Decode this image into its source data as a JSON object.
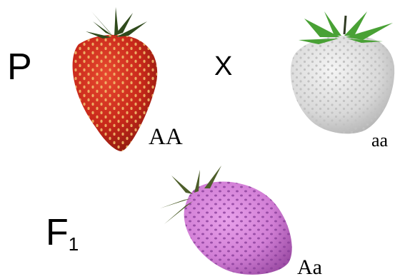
{
  "labels": {
    "parental_generation": "P",
    "cross_symbol": "X",
    "filial_generation_letter": "F",
    "filial_generation_number": "1"
  },
  "genotypes": {
    "red_parent": "AA",
    "white_parent": "aa",
    "pink_offspring": "Aa"
  },
  "colors": {
    "red_fruit": "#c8281a",
    "white_fruit": "#d9d9d9",
    "pink_fruit": "#d27fd6",
    "leaf_dark": "#2f4a1c",
    "leaf_green": "#49a135"
  }
}
